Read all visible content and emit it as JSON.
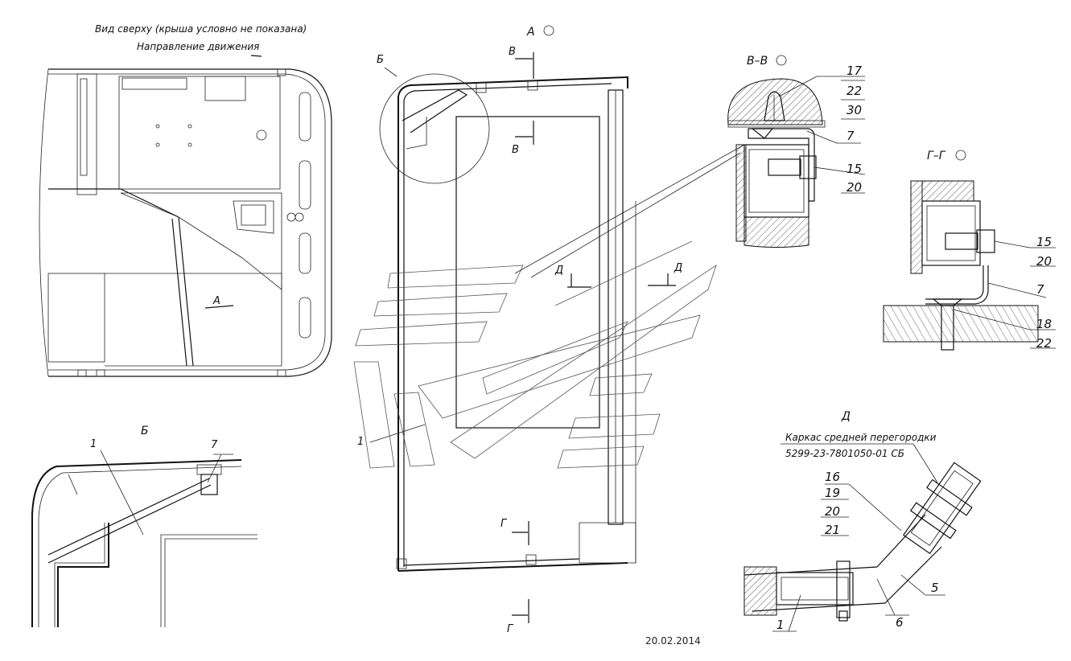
{
  "top_view": {
    "caption": "Вид сверху (крыша условно не показана)",
    "direction": "Направление движения",
    "arrow_label": "А"
  },
  "view_a": {
    "title": "А"
  },
  "section_vv": {
    "title": "В–В",
    "callouts": [
      "17",
      "22",
      "30",
      "7",
      "15",
      "20"
    ]
  },
  "section_gg": {
    "title": "Г–Г",
    "callouts": [
      "15",
      "20",
      "7",
      "18",
      "22"
    ]
  },
  "detail_b": {
    "title": "Б",
    "callouts": [
      "1",
      "7"
    ]
  },
  "detail_d": {
    "title": "Д",
    "frame_caption": "Каркас средней перегородки",
    "frame_code": "5299-23-7801050-01 СБ",
    "callouts": [
      "16",
      "19",
      "20",
      "21",
      "5",
      "6",
      "1"
    ]
  },
  "main": {
    "label_b": "Б",
    "cut_v": "В",
    "cut_d": "Д",
    "cut_g": "Г",
    "part_1": "1"
  },
  "date": "20.02.2014"
}
